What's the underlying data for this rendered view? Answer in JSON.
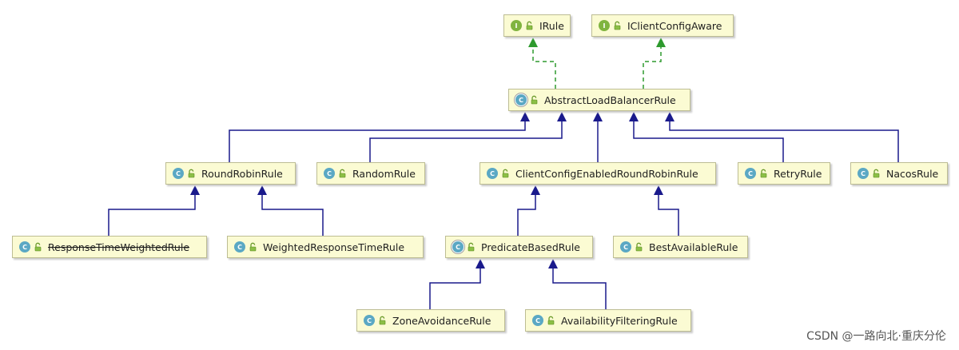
{
  "nodes": [
    {
      "id": "irule",
      "label": "IRule",
      "kind": "interface",
      "icon_letter": "I",
      "deprecated": false
    },
    {
      "id": "iclientconfigaware",
      "label": "IClientConfigAware",
      "kind": "interface",
      "icon_letter": "I",
      "deprecated": false
    },
    {
      "id": "abstractloadbalancerrule",
      "label": "AbstractLoadBalancerRule",
      "kind": "abstract",
      "icon_letter": "C",
      "deprecated": false
    },
    {
      "id": "roundrobinrule",
      "label": "RoundRobinRule",
      "kind": "class",
      "icon_letter": "C",
      "deprecated": false
    },
    {
      "id": "randomrule",
      "label": "RandomRule",
      "kind": "class",
      "icon_letter": "C",
      "deprecated": false
    },
    {
      "id": "clientconfigenabledroundrobinrule",
      "label": "ClientConfigEnabledRoundRobinRule",
      "kind": "class",
      "icon_letter": "C",
      "deprecated": false
    },
    {
      "id": "retryrule",
      "label": "RetryRule",
      "kind": "class",
      "icon_letter": "C",
      "deprecated": false
    },
    {
      "id": "nacosrule",
      "label": "NacosRule",
      "kind": "class",
      "icon_letter": "C",
      "deprecated": false
    },
    {
      "id": "responsetimeweightedrule",
      "label": "ResponseTimeWeightedRule",
      "kind": "class",
      "icon_letter": "C",
      "deprecated": true
    },
    {
      "id": "weightedresponsetimerule",
      "label": "WeightedResponseTimeRule",
      "kind": "class",
      "icon_letter": "C",
      "deprecated": false
    },
    {
      "id": "predicatebasedrule",
      "label": "PredicateBasedRule",
      "kind": "abstract",
      "icon_letter": "C",
      "deprecated": false
    },
    {
      "id": "bestavailablerule",
      "label": "BestAvailableRule",
      "kind": "class",
      "icon_letter": "C",
      "deprecated": false
    },
    {
      "id": "zoneavoidancerule",
      "label": "ZoneAvoidanceRule",
      "kind": "class",
      "icon_letter": "C",
      "deprecated": false
    },
    {
      "id": "availabilityfilteringrule",
      "label": "AvailabilityFilteringRule",
      "kind": "class",
      "icon_letter": "C",
      "deprecated": false
    }
  ],
  "edges": [
    {
      "from": "abstractloadbalancerrule",
      "to": "irule",
      "type": "implements"
    },
    {
      "from": "abstractloadbalancerrule",
      "to": "iclientconfigaware",
      "type": "implements"
    },
    {
      "from": "roundrobinrule",
      "to": "abstractloadbalancerrule",
      "type": "extends"
    },
    {
      "from": "randomrule",
      "to": "abstractloadbalancerrule",
      "type": "extends"
    },
    {
      "from": "clientconfigenabledroundrobinrule",
      "to": "abstractloadbalancerrule",
      "type": "extends"
    },
    {
      "from": "retryrule",
      "to": "abstractloadbalancerrule",
      "type": "extends"
    },
    {
      "from": "nacosrule",
      "to": "abstractloadbalancerrule",
      "type": "extends"
    },
    {
      "from": "responsetimeweightedrule",
      "to": "roundrobinrule",
      "type": "extends"
    },
    {
      "from": "weightedresponsetimerule",
      "to": "roundrobinrule",
      "type": "extends"
    },
    {
      "from": "predicatebasedrule",
      "to": "clientconfigenabledroundrobinrule",
      "type": "extends"
    },
    {
      "from": "bestavailablerule",
      "to": "clientconfigenabledroundrobinrule",
      "type": "extends"
    },
    {
      "from": "zoneavoidancerule",
      "to": "predicatebasedrule",
      "type": "extends"
    },
    {
      "from": "availabilityfilteringrule",
      "to": "predicatebasedrule",
      "type": "extends"
    }
  ],
  "colors": {
    "extends_line": "#1a1a8c",
    "implements_line": "#2e9a2e",
    "node_fill": "#fbfbd3",
    "class_icon": "#5ba8c4",
    "interface_icon": "#80b440"
  },
  "watermark": "CSDN @一路向北·重庆分伦"
}
